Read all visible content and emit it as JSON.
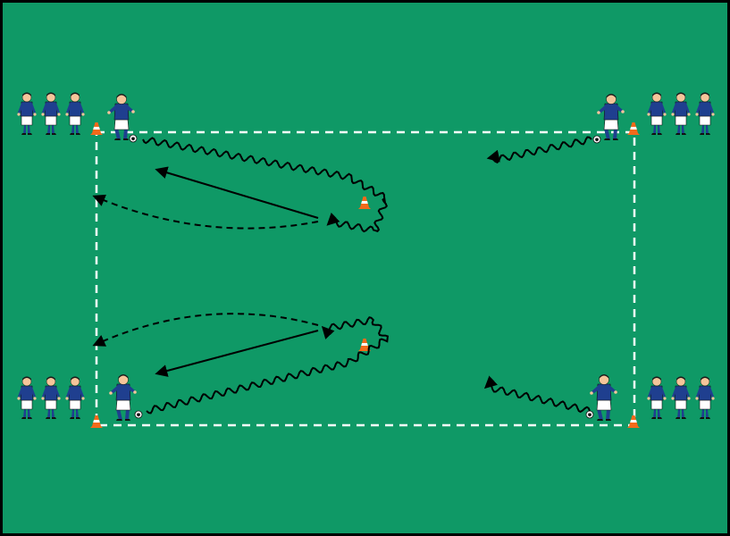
{
  "pitch": {
    "grass_color": "#0f9966",
    "border_color": "#000000",
    "boundary_color": "#ffffff",
    "arrow_color": "#000000"
  },
  "player": {
    "shirt_color": "#1f3f8f",
    "shorts_color": "#ffffff",
    "skin_color": "#f4c59a",
    "hair_color": "#1a1a1a",
    "sock_color": "#1f3f8f"
  },
  "cone": {
    "body_color": "#f26a1b",
    "stripe_color": "#ffffff"
  },
  "icons": [
    "player-icon",
    "cone-icon",
    "ball-icon",
    "dribble-arrow",
    "pass-arrow",
    "run-arrow"
  ]
}
